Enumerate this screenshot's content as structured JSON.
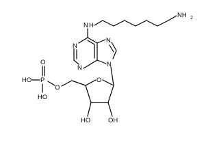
{
  "structure": {
    "atoms": {
      "n6": "N",
      "n6_h": "H",
      "amine": "NH",
      "amine_sub": "2",
      "n1": "N",
      "n3": "N",
      "n7": "N",
      "n9": "N",
      "ring_o": "O",
      "ester_o": "O",
      "p": "P",
      "p_o": "O",
      "p_oh_top": "HO",
      "p_oh_bottom": "HO",
      "oh_c3": "HO",
      "oh_c2": "OH"
    }
  }
}
